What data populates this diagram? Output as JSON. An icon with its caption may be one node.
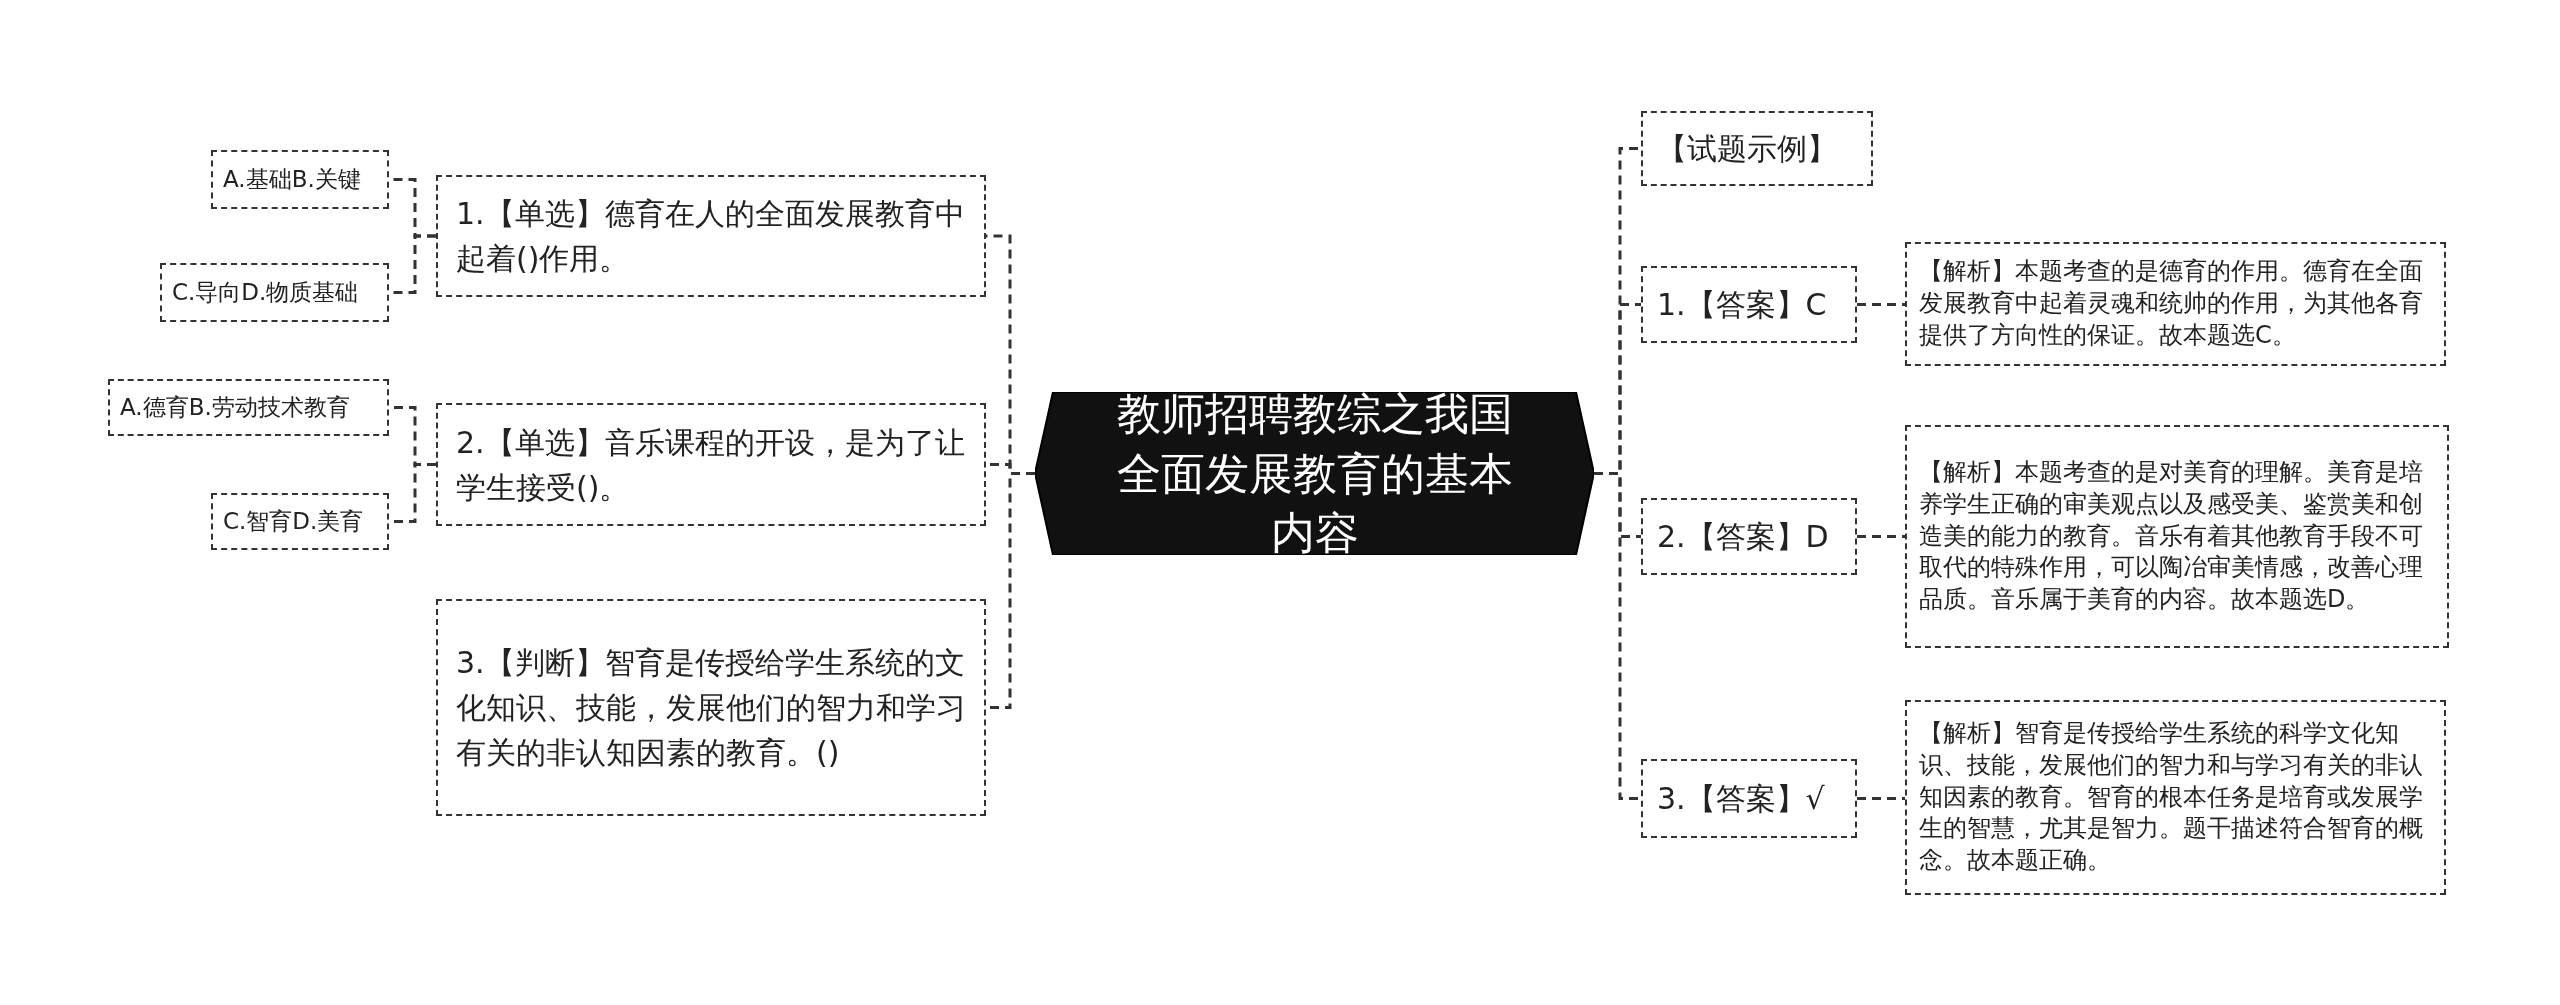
{
  "diagram": {
    "nodes": [
      {
        "text": [
          "教师招聘教综之我国全面发展教育的基本内容"
        ]
      },
      {
        "text": [
          "1.【单选】德育在人的全面发展教育中起着()作用。"
        ]
      },
      {
        "text": [
          "A.基础B.关键"
        ]
      },
      {
        "text": [
          "C.导向D.物质基础"
        ]
      },
      {
        "text": [
          "2.【单选】音乐课程的开设，是为了让学生接受()。"
        ]
      },
      {
        "text": [
          "A.德育B.劳动技术教育"
        ]
      },
      {
        "text": [
          "C.智育D.美育"
        ]
      },
      {
        "text": [
          "3.【判断】智育是传授给学生系统的文化知识、技能，发展他们的智力和学习有关的非认知因素的教育。()"
        ]
      },
      {
        "text": [
          "【试题示例】"
        ]
      },
      {
        "text": [
          "1.【答案】C"
        ]
      },
      {
        "text": [
          "【解析】本题考查的是德育的作用。德育在全面发展教育中起着灵魂和统帅的作用，为其他各育提供了方向性的保证。故本题选C。"
        ]
      },
      {
        "text": [
          "2.【答案】D"
        ]
      },
      {
        "text": [
          "【解析】本题考查的是对美育的理解。美育是培养学生正确的审美观点以及感受美、鉴赏美和创造美的能力的教育。音乐有着其他教育手段不可取代的特殊作用，可以陶冶审美情感，改善心理品质。音乐属于美育的内容。故本题选D。"
        ]
      },
      {
        "text": [
          "3.【答案】√"
        ]
      },
      {
        "text": [
          "【解析】智育是传授给学生系统的科学文化知识、技能，发展他们的智力和与学习有关的非认知因素的教育。智育的根本任务是培育或发展学生的智慧，尤其是智力。题干描述符合智育的概念。故本题正确。"
        ]
      }
    ],
    "edges": [
      {
        "from": 0,
        "to": 1,
        "arrow": "none"
      },
      {
        "from": 0,
        "to": 4,
        "arrow": "none"
      },
      {
        "from": 0,
        "to": 7,
        "arrow": "none"
      },
      {
        "from": 1,
        "to": 2,
        "arrow": "none"
      },
      {
        "from": 1,
        "to": 3,
        "arrow": "none"
      },
      {
        "from": 4,
        "to": 5,
        "arrow": "none"
      },
      {
        "from": 4,
        "to": 6,
        "arrow": "none"
      },
      {
        "from": 0,
        "to": 8,
        "arrow": "none"
      },
      {
        "from": 0,
        "to": 9,
        "arrow": "none"
      },
      {
        "from": 0,
        "to": 11,
        "arrow": "none"
      },
      {
        "from": 0,
        "to": 13,
        "arrow": "none"
      },
      {
        "from": 9,
        "to": 10,
        "arrow": "none"
      },
      {
        "from": 11,
        "to": 12,
        "arrow": "none"
      },
      {
        "from": 13,
        "to": 14,
        "arrow": "none"
      }
    ]
  }
}
